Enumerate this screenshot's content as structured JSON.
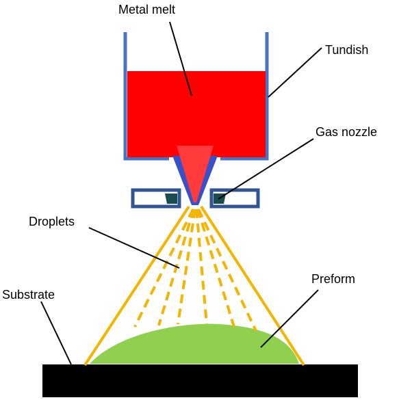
{
  "diagram": {
    "title": "",
    "labels": {
      "metal_melt": "Metal melt",
      "tundish": "Tundish",
      "gas_nozzle": "Gas nozzle",
      "droplets": "Droplets",
      "preform": "Preform",
      "substrate": "Substrate"
    },
    "colors": {
      "melt": "#ff0000",
      "tundish_wall": "#4a72c4",
      "nozzle_frame": "#2f5597",
      "nozzle_insert": "#1a4d4d",
      "spray": "#f4b400",
      "preform": "#8fd14f",
      "substrate": "#000000",
      "leader": "#000000"
    }
  }
}
